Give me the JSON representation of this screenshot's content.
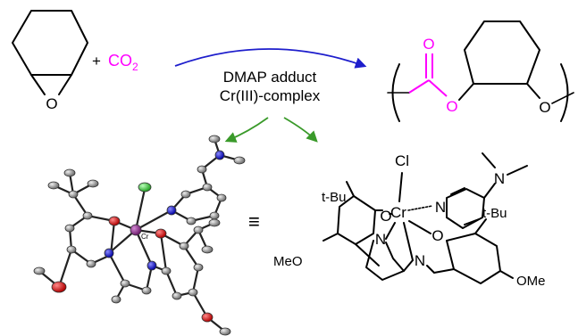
{
  "reaction": {
    "plus": "+",
    "co2_main": "CO",
    "co2_sub": "2",
    "condition_line1": "DMAP adduct",
    "condition_line2": "Cr(III)-complex",
    "epoxide_o": "O",
    "product_carbonyl_o": "O",
    "product_ester_o": "O",
    "product_o2": "O"
  },
  "crystal": {
    "cr_label": "Cr"
  },
  "equiv_symbol": "≡",
  "structure": {
    "cl": "Cl",
    "cr": "Cr",
    "o_left": "O",
    "o_right": "O",
    "n_pyridine": "N",
    "n_dmap": "N",
    "n_amine_left": "N",
    "n_amine_right": "N",
    "tbu_left": "t-Bu",
    "tbu_right": "t-Bu",
    "meo_left": "MeO",
    "ome_right": "OMe"
  },
  "colors": {
    "co2": "#ff00ff",
    "arrow_main": "#1e1ecc",
    "arrow_green": "#3a9a2a",
    "oxygen_atom": "#d41414",
    "nitrogen_atom": "#1414c8",
    "chromium_atom": "#8a2a8a",
    "chlorine_atom": "#3ccf3c"
  }
}
